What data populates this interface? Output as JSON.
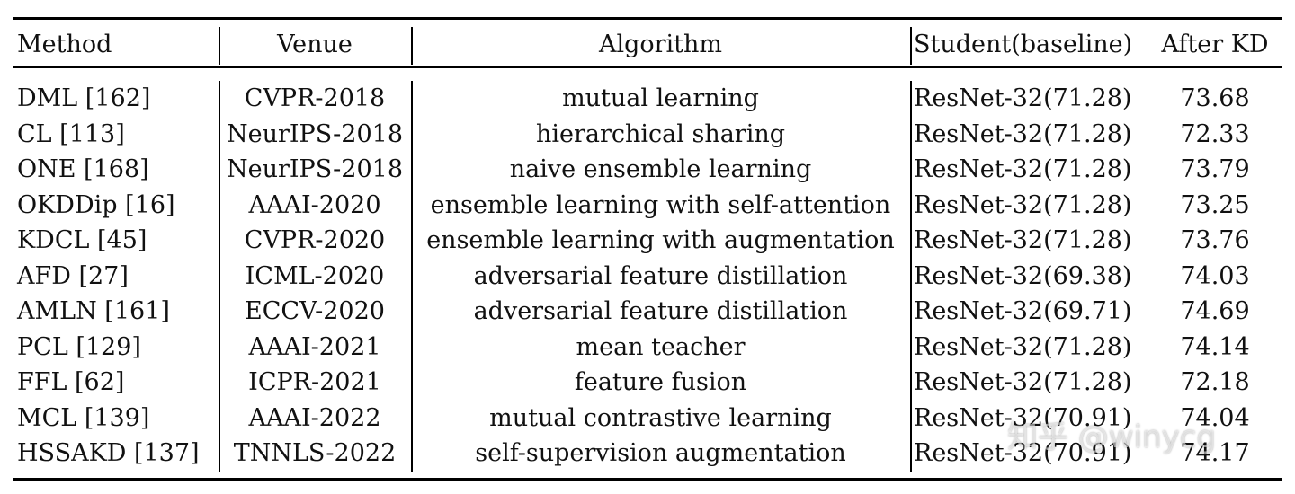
{
  "table": {
    "headers": [
      "Method",
      "Venue",
      "Algorithm",
      "Student(baseline)",
      "After KD"
    ],
    "rows": [
      [
        "DML [162]",
        "CVPR-2018",
        "mutual learning",
        "ResNet-32(71.28)",
        "73.68"
      ],
      [
        "CL [113]",
        "NeurIPS-2018",
        "hierarchical sharing",
        "ResNet-32(71.28)",
        "72.33"
      ],
      [
        "ONE [168]",
        "NeurIPS-2018",
        "naive ensemble learning",
        "ResNet-32(71.28)",
        "73.79"
      ],
      [
        "OKDDip [16]",
        "AAAI-2020",
        "ensemble learning with self-attention",
        "ResNet-32(71.28)",
        "73.25"
      ],
      [
        "KDCL [45]",
        "CVPR-2020",
        "ensemble learning with augmentation",
        "ResNet-32(71.28)",
        "73.76"
      ],
      [
        "AFD [27]",
        "ICML-2020",
        "adversarial feature distillation",
        "ResNet-32(69.38)",
        "74.03"
      ],
      [
        "AMLN [161]",
        "ECCV-2020",
        "adversarial feature distillation",
        "ResNet-32(69.71)",
        "74.69"
      ],
      [
        "PCL [129]",
        "AAAI-2021",
        "mean teacher",
        "ResNet-32(71.28)",
        "74.14"
      ],
      [
        "FFL [62]",
        "ICPR-2021",
        "feature fusion",
        "ResNet-32(71.28)",
        "72.18"
      ],
      [
        "MCL [139]",
        "AAAI-2022",
        "mutual contrastive learning",
        "ResNet-32(70.91)",
        "74.04"
      ],
      [
        "HSSAKD [137]",
        "TNNLS-2022",
        "self-supervision augmentation",
        "ResNet-32(70.91)",
        "74.17"
      ]
    ]
  },
  "watermark": "知乎 @winycg"
}
